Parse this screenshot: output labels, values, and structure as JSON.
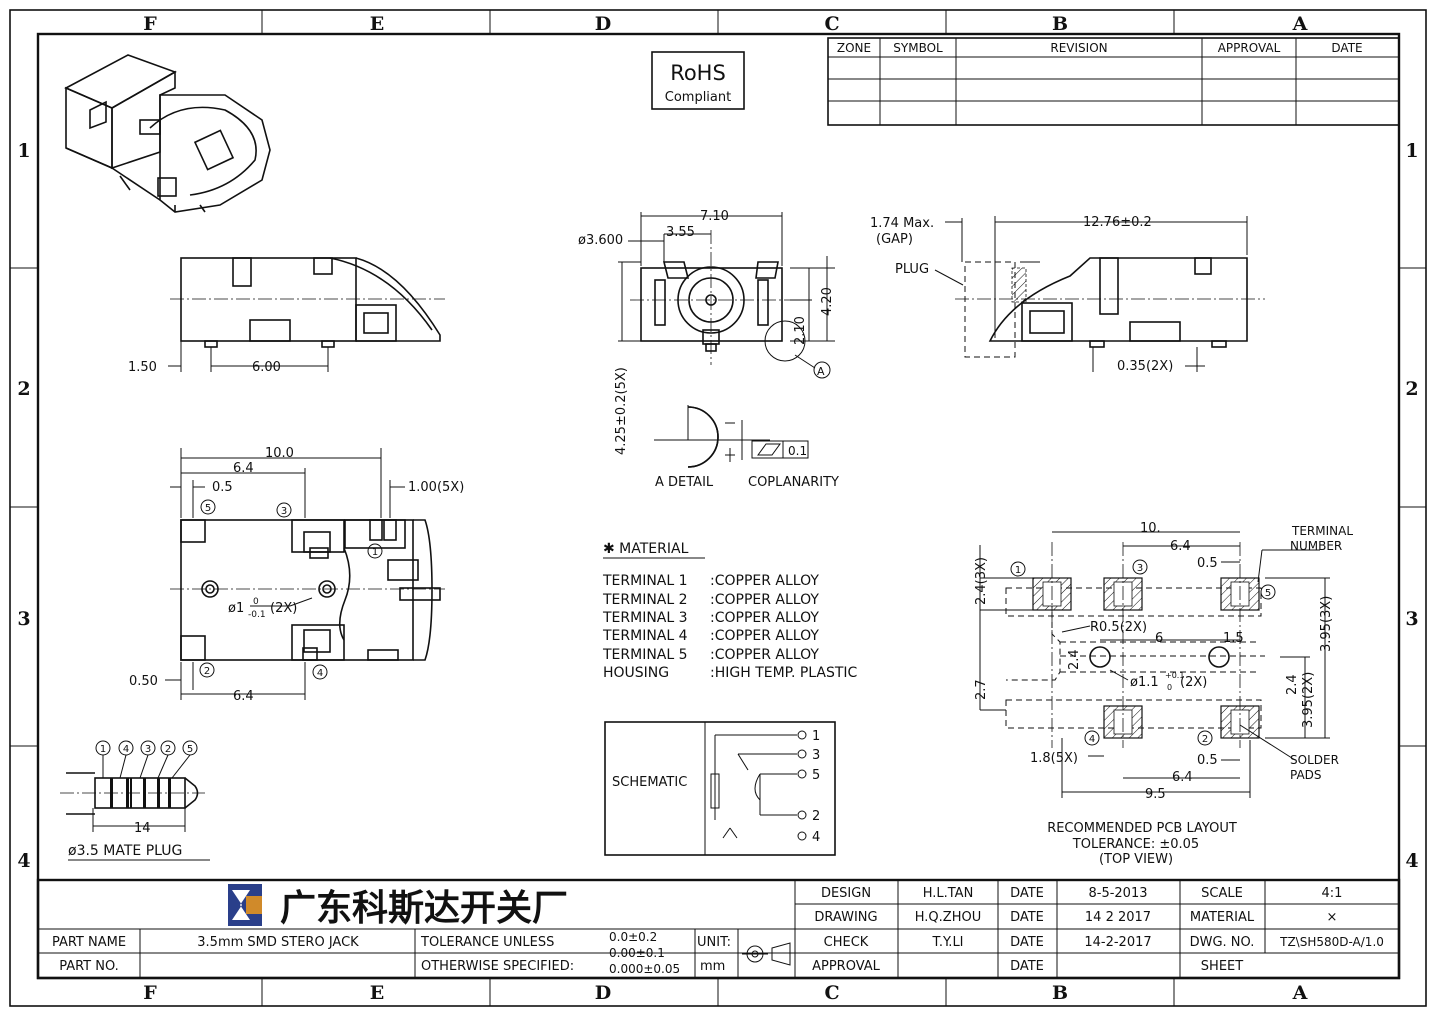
{
  "border": {
    "columns": [
      "F",
      "E",
      "D",
      "C",
      "B",
      "A"
    ],
    "rows": [
      "1",
      "2",
      "3",
      "4"
    ]
  },
  "revision_table": {
    "headers": [
      "ZONE",
      "SYMBOL",
      "REVISION",
      "APPROVAL",
      "DATE"
    ]
  },
  "rohs": {
    "line1": "RoHS",
    "line2": "Compliant"
  },
  "side_view": {
    "dim_1_50": "1.50",
    "dim_6_00": "6.00"
  },
  "front_view": {
    "dim_7_10": "7.10",
    "dim_phi": "ø3.600",
    "dim_3_55": "3.55",
    "dim_2_10": "2.10",
    "dim_4_20": "4.20",
    "dim_4_25": "4.25±0.2(5X)",
    "datum": "A"
  },
  "right_view": {
    "gap_line1": "1.74 Max.",
    "gap_line2": "(GAP)",
    "plug": "PLUG",
    "dim_len": "12.76±0.2",
    "dim_035": "0.35(2X)"
  },
  "detail": {
    "a_detail": "A  DETAIL",
    "coplanarity": "COPLANARITY",
    "tol": "0.1"
  },
  "top_view": {
    "dim_10": "10.0",
    "dim_6_4": "6.4",
    "dim_0_5": "0.5",
    "dim_1_00": "1.00(5X)",
    "dim_hole_main": "ø1",
    "dim_hole_sup": "0",
    "dim_hole_sub": "-0.1",
    "dim_hole_count": "(2X)",
    "dim_0_50": "0.50",
    "dim_6_4b": "6.4",
    "t1": "1",
    "t2": "2",
    "t3": "3",
    "t4": "4",
    "t5": "5"
  },
  "material": {
    "title": "✱ MATERIAL",
    "rows": [
      [
        "TERMINAL  1",
        ":COPPER  ALLOY"
      ],
      [
        "TERMINAL  2",
        ":COPPER  ALLOY"
      ],
      [
        "TERMINAL  3",
        ":COPPER  ALLOY"
      ],
      [
        "TERMINAL  4",
        ":COPPER  ALLOY"
      ],
      [
        "TERMINAL  5",
        ":COPPER  ALLOY"
      ],
      [
        "HOUSING",
        ":HIGH  TEMP.  PLASTIC"
      ]
    ]
  },
  "schematic": {
    "label": "SCHEMATIC",
    "pins": [
      "1",
      "3",
      "5",
      "2",
      "4"
    ]
  },
  "plug": {
    "numbers": [
      "1",
      "4",
      "3",
      "2",
      "5"
    ],
    "dim": "14",
    "label": "ø3.5  MATE  PLUG"
  },
  "pcb": {
    "terminal_label_1": "TERMINAL",
    "terminal_label_2": "NUMBER",
    "dim_10": "10.",
    "dim_6_4": "6.4",
    "dim_0_5": "0.5",
    "dim_2_4_3x": "2.4(3X)",
    "dim_r": "R0.5(2X)",
    "dim_6": "6",
    "dim_1_5": "1.5",
    "dim_2_4": "2.4",
    "dim_hole": "ø1.1",
    "dim_hole_sup": "+0.1",
    "dim_hole_sub": "0",
    "dim_hole_count": "(2X)",
    "dim_2_7": "2.7",
    "dim_3_95a": "3.95(3X)",
    "dim_2_4b": "2.4",
    "dim_3_95b": "3.95(2X)",
    "dim_1_8": "1.8(5X)",
    "dim_0_5b": "0.5",
    "dim_6_4b": "6.4",
    "dim_9_5": "9.5",
    "solder_1": "SOLDER",
    "solder_2": "PADS",
    "caption_1": "RECOMMENDED  PCB  LAYOUT",
    "caption_2": "TOLERANCE: ±0.05",
    "caption_3": "(TOP  VIEW)",
    "n1": "1",
    "n2": "2",
    "n3": "3",
    "n4": "4",
    "n5": "5"
  },
  "title_block": {
    "company": "广东科斯达开关厂",
    "design_label": "DESIGN",
    "design_value": "H.L.TAN",
    "design_date_label": "DATE",
    "design_date": "8-5-2013",
    "drawing_label": "DRAWING",
    "drawing_value": "H.Q.ZHOU",
    "drawing_date_label": "DATE",
    "drawing_date": "14  2  2017",
    "check_label": "CHECK",
    "check_value": "T.Y.LI",
    "check_date_label": "DATE",
    "check_date": "14-2-2017",
    "approval_label": "APPROVAL",
    "approval_value": "",
    "approval_date_label": "DATE",
    "approval_date": "",
    "scale_label": "SCALE",
    "scale_value": "4:1",
    "material_label": "MATERIAL",
    "material_value": "×",
    "dwg_label": "DWG.  NO.",
    "dwg_value": "TZ\\SH580D-A/1.0",
    "sheet_label": "SHEET",
    "sheet_value": "",
    "part_name_label": "PART  NAME",
    "part_name_value": "3.5mm  SMD  STERO  JACK",
    "part_no_label": "PART  NO.",
    "part_no_value": "",
    "tolerance_label_1": "TOLERANCE  UNLESS",
    "tolerance_label_2": "OTHERWISE  SPECIFIED:",
    "tol_1": "0.0±0.2",
    "tol_2": "0.00±0.1",
    "tol_3": "0.000±0.05",
    "unit_label": "UNIT:",
    "unit_value": "mm"
  }
}
